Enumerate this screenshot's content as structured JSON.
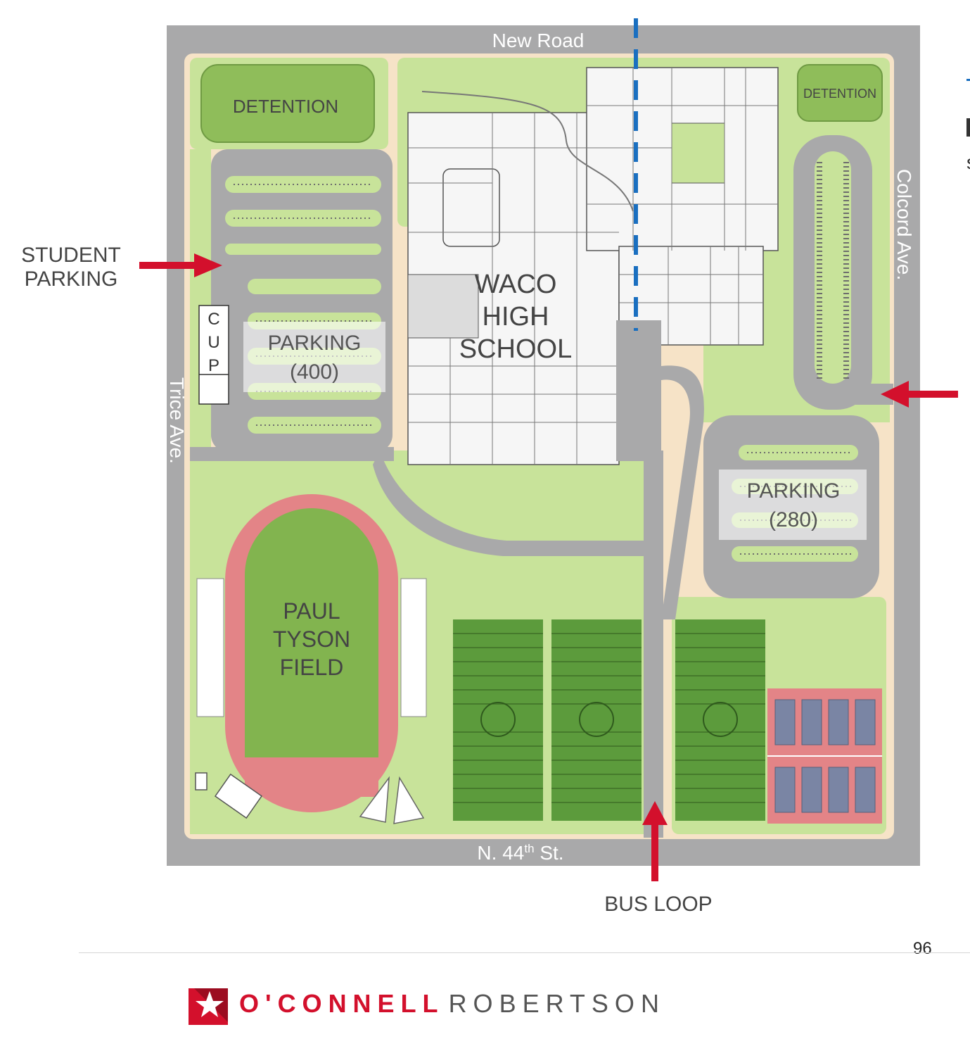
{
  "map": {
    "title_block": {
      "school": [
        "WACO",
        "HIGH",
        "SCHOOL"
      ],
      "stadium": [
        "PAUL",
        "TYSON",
        "FIELD"
      ]
    },
    "roads": {
      "north": "New Road",
      "south_main": "N. 44",
      "south_sup": "th",
      "south_tail": " St.",
      "east": "Colcord Ave.",
      "west": "Trice Ave."
    },
    "areas": {
      "detention_west": "DETENTION",
      "detention_east": "DETENTION",
      "parking_west_name": "PARKING",
      "parking_west_count": "(400)",
      "parking_east_name": "PARKING",
      "parking_east_count": "(280)",
      "cup_letters": [
        "C",
        "U",
        "P"
      ]
    },
    "callouts": {
      "student_parking": [
        "STUDENT",
        "PARKING"
      ],
      "bus_loop": "BUS LOOP"
    },
    "colors": {
      "road": "#a9a9aa",
      "lawn": "#c8e39a",
      "detention": "#8fbd5a",
      "track": "#e38487",
      "turf": "#82b44f",
      "practice_field": "#5c9b3c",
      "courts": "#7a85a4",
      "arrow": "#d3102c",
      "property_line": "#1a6fc0"
    }
  },
  "footer": {
    "page_number": "96",
    "logo_word_1": "O'CONNELL",
    "logo_word_2": "ROBERTSON"
  },
  "cropped": {
    "text_fragment": "s"
  }
}
